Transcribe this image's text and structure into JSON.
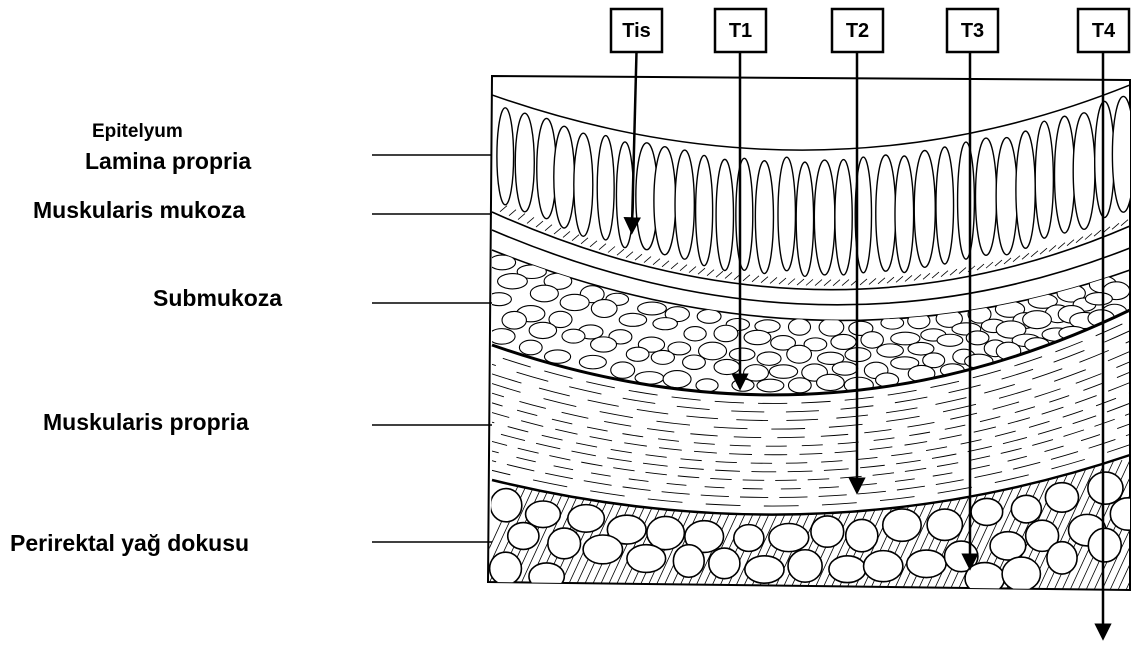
{
  "layers": {
    "epitelyum": "Epitelyum",
    "lamina_propria": "Lamina propria",
    "muskularis_mukoza": "Muskularis mukoza",
    "submukoza": "Submukoza",
    "muskularis_propria": "Muskularis propria",
    "perirektal": "Perirektal yağ dokusu"
  },
  "stages": [
    {
      "label": "Tis",
      "reaches": "muskularis mukoza"
    },
    {
      "label": "T1",
      "reaches": "submukoza"
    },
    {
      "label": "T2",
      "reaches": "muskularis propria"
    },
    {
      "label": "T3",
      "reaches": "perirektal yağ dokusu"
    },
    {
      "label": "T4",
      "reaches": "beyond"
    }
  ],
  "colors": {
    "ink": "#000000",
    "paper": "#ffffff"
  }
}
